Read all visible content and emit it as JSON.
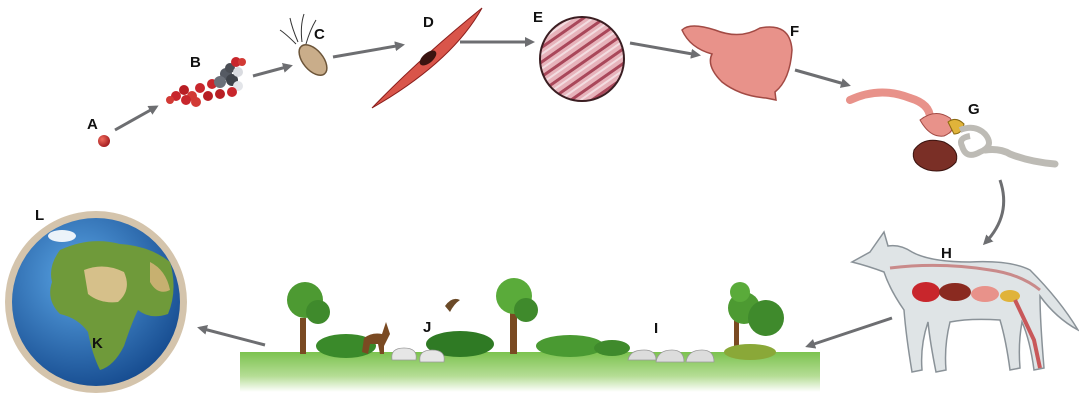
{
  "labels": {
    "A": "A",
    "B": "B",
    "C": "C",
    "D": "D",
    "E": "E",
    "F": "F",
    "G": "G",
    "H": "H",
    "I": "I",
    "J": "J",
    "K": "K",
    "L": "L"
  },
  "stages": [
    {
      "label": "A",
      "icon": "atom-icon"
    },
    {
      "label": "B",
      "icon": "molecule-icon"
    },
    {
      "label": "C",
      "icon": "cell-icon"
    },
    {
      "label": "D",
      "icon": "muscle-cell-icon"
    },
    {
      "label": "E",
      "icon": "tissue-icon"
    },
    {
      "label": "F",
      "icon": "organ-icon"
    },
    {
      "label": "G",
      "icon": "organ-system-icon"
    },
    {
      "label": "H",
      "icon": "wolf-organism-icon"
    },
    {
      "label": "I",
      "icon": "wolf-population-icon"
    },
    {
      "label": "J",
      "icon": "community-icon"
    },
    {
      "label": "K",
      "icon": "ecosystem-icon"
    },
    {
      "label": "L",
      "icon": "biosphere-icon"
    }
  ],
  "colors": {
    "arrow": "#6d6e71",
    "atom": "#c8262c",
    "tissue": "#c9848f",
    "organ": "#e8928a",
    "ocean": "#2a6db8",
    "land": "#6f9a3a",
    "grass": "#5fae3c",
    "tree": "#3f8a2c"
  }
}
